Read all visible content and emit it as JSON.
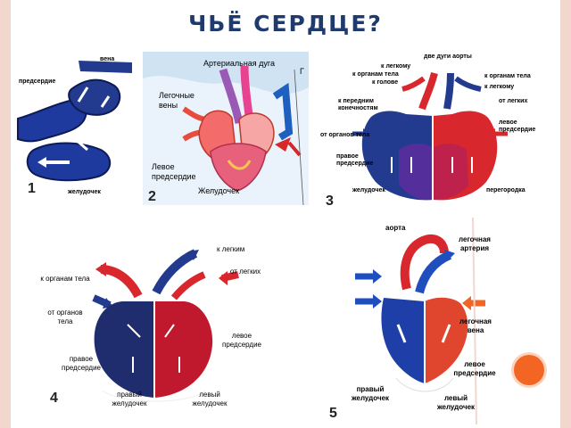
{
  "slide": {
    "title": "ЧЬЁ СЕРДЦЕ?"
  },
  "colors": {
    "title": "#1f3b6e",
    "arterial": "#d9272e",
    "venous": "#233b8f",
    "accent": "#f26522"
  },
  "figures": [
    {
      "number": "1",
      "labels": {
        "vein": "вена",
        "atrium": "предсердие",
        "ventricle": "желудочек"
      }
    },
    {
      "number": "2",
      "labels": {
        "arterial_arch": "Артериальная дуга",
        "pulmonary_veins": "Легочные вены",
        "left_atrium": "Левое предсердие",
        "ventricle": "Желудочек",
        "edge_letter": "Г"
      }
    },
    {
      "number": "3",
      "labels": {
        "two_aortic_arches": "две дуги аорты",
        "to_lung_left": "к легкому",
        "to_body_organs_left": "к органам тела",
        "to_head": "к голове",
        "to_body_organs_right": "к органам тела",
        "to_lung_right": "к легкому",
        "to_forelimbs": "к передним конечностям",
        "from_lungs": "от легких",
        "left_atrium": "левое предсердие",
        "from_body_organs": "от органов тела",
        "right_atrium": "правое предсердие",
        "ventricle": "желудочек",
        "septum": "перегородка"
      }
    },
    {
      "number": "4",
      "labels": {
        "to_lungs": "к легким",
        "to_body_organs": "к органам тела",
        "from_lungs": "от легких",
        "from_body_organs": "от органов тела",
        "left_atrium": "левое предсердие",
        "right_atrium": "правое предсердие",
        "right_ventricle": "правый желудочек",
        "left_ventricle": "левый желудочек"
      }
    },
    {
      "number": "5",
      "labels": {
        "aorta": "аорта",
        "pulmonary_artery": "легочная артерия",
        "pulmonary_vein": "легочная вена",
        "left_atrium": "левое предсердие",
        "right_ventricle": "правый желудочек",
        "left_ventricle": "левый желудочек"
      }
    }
  ]
}
